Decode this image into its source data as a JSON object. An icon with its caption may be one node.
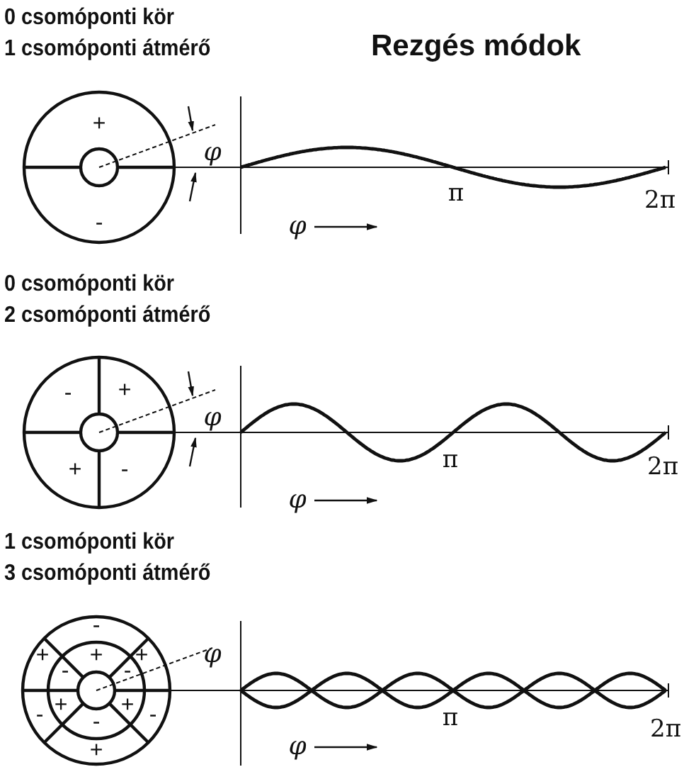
{
  "diagram": {
    "title": "Rezgés módok",
    "labels": [
      "0 csomóponti kör",
      "1 csomóponti átmérő",
      "+",
      "φ",
      "-",
      "π",
      "2π",
      "φ",
      "0 csomóponti kör",
      "2 csomóponti átmérő",
      "-",
      "+",
      "φ",
      "+",
      "-",
      "π",
      "2π",
      "φ",
      "1 csomóponti kör",
      "3 csomóponti átmérő",
      "-",
      "+",
      "+",
      "+",
      "-",
      "-",
      "φ",
      "+",
      "+",
      "-",
      "-",
      "-",
      "π",
      "2π",
      "+",
      "φ"
    ]
  }
}
